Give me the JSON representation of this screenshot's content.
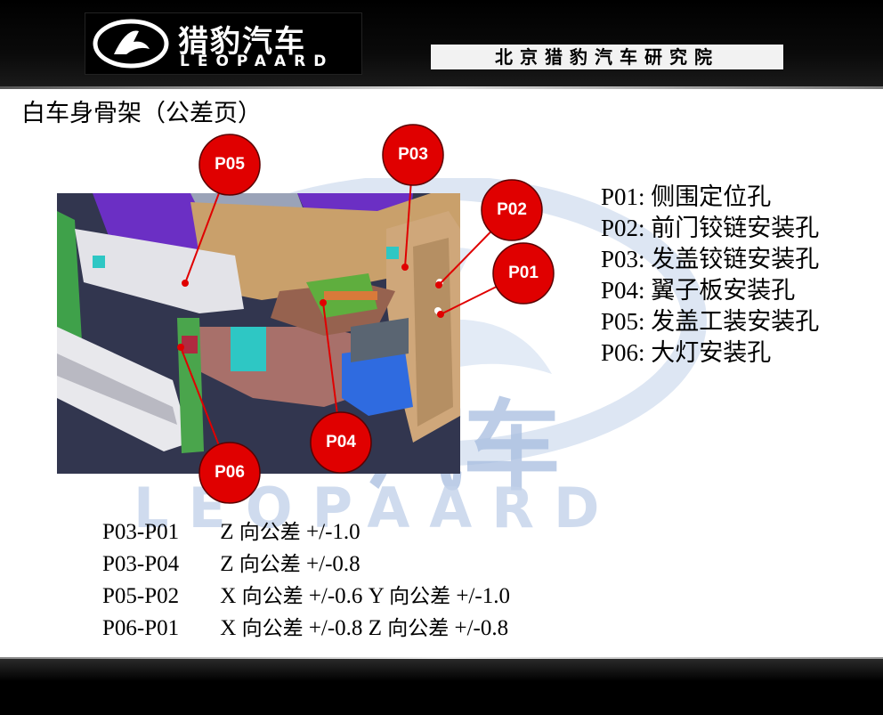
{
  "header": {
    "logo_cn": "猎豹汽车",
    "logo_en": "LEOPAARD",
    "institute": "北京猎豹汽车研究院"
  },
  "page_title": "白车身骨架（公差页）",
  "watermark": {
    "cn": "汽车",
    "en": "LEOPAARD"
  },
  "callouts": [
    {
      "id": "P05"
    },
    {
      "id": "P03"
    },
    {
      "id": "P02"
    },
    {
      "id": "P01"
    },
    {
      "id": "P04"
    },
    {
      "id": "P06"
    }
  ],
  "legend": [
    {
      "code": "P01:",
      "desc": "侧围定位孔"
    },
    {
      "code": "P02:",
      "desc": "前门铰链安装孔"
    },
    {
      "code": "P03:",
      "desc": "发盖铰链安装孔"
    },
    {
      "code": "P04:",
      "desc": "翼子板安装孔"
    },
    {
      "code": "P05:",
      "desc": "发盖工装安装孔"
    },
    {
      "code": "P06:",
      "desc": "大灯安装孔"
    }
  ],
  "tolerances": [
    {
      "pair": "P03-P01",
      "parts": [
        {
          "axis": "Z",
          "label": "向公差",
          "value": "+/-1.0"
        }
      ]
    },
    {
      "pair": "P03-P04",
      "parts": [
        {
          "axis": "Z",
          "label": "向公差",
          "value": "+/-0.8"
        }
      ]
    },
    {
      "pair": "P05-P02",
      "parts": [
        {
          "axis": "X",
          "label": "向公差",
          "value": "+/-0.6"
        },
        {
          "axis": "Y",
          "label": "向公差",
          "value": "+/-1.0"
        }
      ]
    },
    {
      "pair": "P06-P01",
      "parts": [
        {
          "axis": "X",
          "label": "向公差",
          "value": "+/-0.8"
        },
        {
          "axis": "Z",
          "label": "向公差",
          "value": "+/-0.8"
        }
      ]
    }
  ],
  "colors": {
    "callout_fill": "#e00000",
    "leader_line": "#e00000",
    "watermark": "#9fb7dc"
  }
}
